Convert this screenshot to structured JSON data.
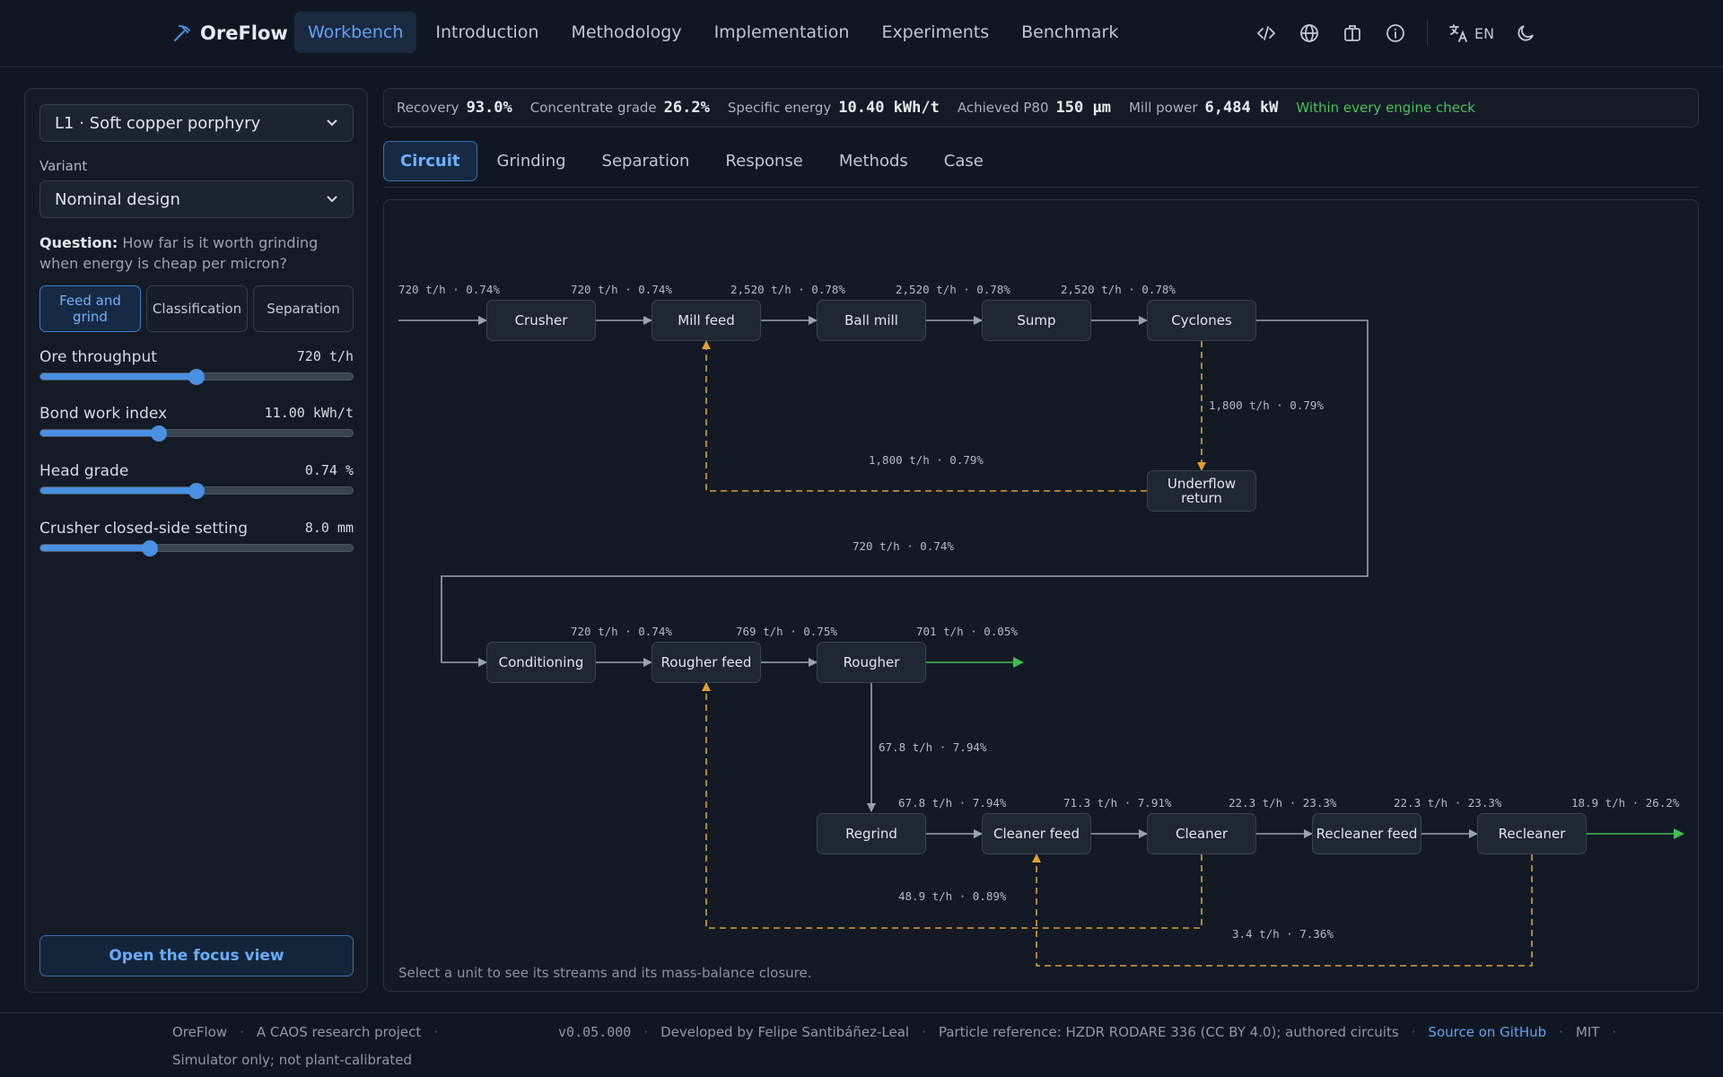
{
  "header": {
    "brand": "OreFlow",
    "nav": [
      "Workbench",
      "Introduction",
      "Methodology",
      "Implementation",
      "Experiments",
      "Benchmark"
    ],
    "active_nav": 0,
    "language": "EN",
    "icons": [
      "code-icon",
      "globe-icon",
      "briefcase-icon",
      "info-icon",
      "translate-icon",
      "moon-icon"
    ]
  },
  "sidebar": {
    "scenario": "L1 · Soft copper porphyry",
    "variant_label": "Variant",
    "variant": "Nominal design",
    "question_label": "Question:",
    "question": "How far is it worth grinding when energy is cheap per micron?",
    "segments": [
      "Feed and grind",
      "Classification",
      "Separation"
    ],
    "sliders": [
      {
        "label": "Ore throughput",
        "value": "720 t/h",
        "fraction": 0.5
      },
      {
        "label": "Bond work index",
        "value": "11.00 kWh/t",
        "fraction": 0.38
      },
      {
        "label": "Head grade",
        "value": "0.74 %",
        "fraction": 0.5
      },
      {
        "label": "Crusher closed-side setting",
        "value": "8.0 mm",
        "fraction": 0.35
      }
    ],
    "focus_button": "Open the focus view"
  },
  "metrics": {
    "items": [
      {
        "label": "Recovery",
        "value": "93.0%"
      },
      {
        "label": "Concentrate grade",
        "value": "26.2%"
      },
      {
        "label": "Specific energy",
        "value": "10.40 kWh/t"
      },
      {
        "label": "Achieved P80",
        "value": "150 µm"
      },
      {
        "label": "Mill power",
        "value": "6,484 kW"
      }
    ],
    "status": "Within every engine check",
    "status_color": "#47c35a"
  },
  "tabs": [
    "Circuit",
    "Grinding",
    "Separation",
    "Response",
    "Methods",
    "Case"
  ],
  "active_tab": 0,
  "flowsheet": {
    "units": {
      "crusher": "Crusher",
      "mill_feed": "Mill feed",
      "ball_mill": "Ball mill",
      "sump": "Sump",
      "cyclones": "Cyclones",
      "underflow": "Underflow return",
      "conditioning": "Conditioning",
      "rougher_feed": "Rougher feed",
      "rougher": "Rougher",
      "regrind": "Regrind",
      "cleaner_feed": "Cleaner feed",
      "cleaner": "Cleaner",
      "recleaner_feed": "Recleaner feed",
      "recleaner": "Recleaner"
    },
    "streams": {
      "s1": "720 t/h · 0.74%",
      "s2": "720 t/h · 0.74%",
      "s3": "2,520 t/h · 0.78%",
      "s4": "2,520 t/h · 0.78%",
      "s5": "2,520 t/h · 0.78%",
      "s6": "1,800 t/h · 0.79%",
      "s7": "1,800 t/h · 0.79%",
      "s8": "720 t/h · 0.74%",
      "s9": "720 t/h · 0.74%",
      "s10": "769 t/h · 0.75%",
      "s11": "701 t/h · 0.05%",
      "s12": "67.8 t/h · 7.94%",
      "s13": "67.8 t/h · 7.94%",
      "s14": "71.3 t/h · 7.91%",
      "s15": "22.3 t/h · 23.3%",
      "s16": "22.3 t/h · 23.3%",
      "s17": "18.9 t/h · 26.2%",
      "s18": "48.9 t/h · 0.89%",
      "s19": "3.4 t/h · 7.36%"
    },
    "colors": {
      "main": "#9aa3ad",
      "recycle": "#e0a030",
      "product": "#3fbf4f"
    },
    "hint": "Select a unit to see its streams and its mass-balance closure."
  },
  "footer": {
    "project": "OreFlow",
    "tagline": "A CAOS research project",
    "version": "v0.05.000",
    "developer": "Developed by Felipe Santibáñez-Leal",
    "reference": "Particle reference: HZDR RODARE 336 (CC BY 4.0); authored circuits",
    "source": "Source on GitHub",
    "license": "MIT",
    "disclaimer": "Simulator only; not plant-calibrated"
  }
}
